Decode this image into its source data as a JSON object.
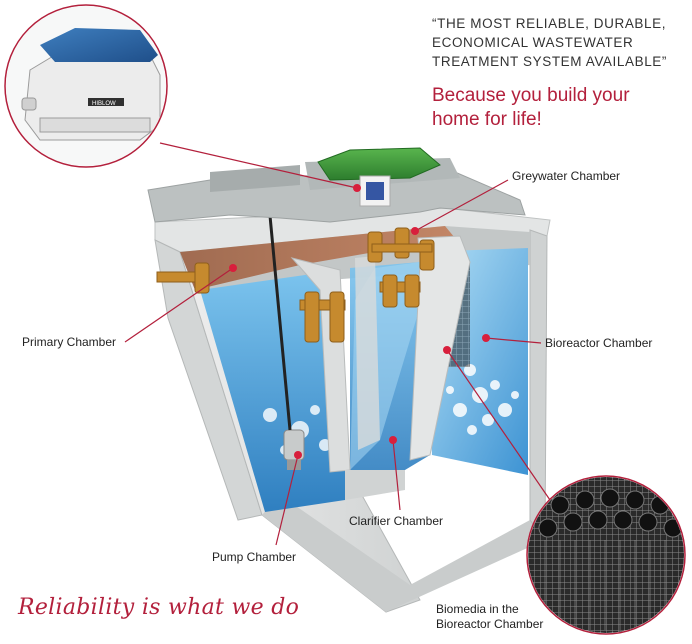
{
  "header": {
    "quote_line1": "“THE MOST RELIABLE, DURABLE,",
    "quote_line2": "ECONOMICAL WASTEWATER",
    "quote_line3": "TREATMENT SYSTEM AVAILABLE”",
    "tagline_line1": "Because you build your",
    "tagline_line2": "home for life!"
  },
  "blower": {
    "brand": "HIBLOW"
  },
  "labels": {
    "greywater": "Greywater Chamber",
    "primary": "Primary Chamber",
    "bioreactor": "Bioreactor Chamber",
    "clarifier": "Clarifier Chamber",
    "pump": "Pump Chamber",
    "biomedia_line1": "Biomedia in the",
    "biomedia_line2": "Bioreactor Chamber"
  },
  "footer": {
    "slogan": "Reliability is what we do"
  },
  "colors": {
    "accent": "#b3203c",
    "water": "#4aa6de",
    "lid": "#3a9b3a",
    "concrete": "#d9dbdb",
    "pipe": "#c68a2e"
  }
}
